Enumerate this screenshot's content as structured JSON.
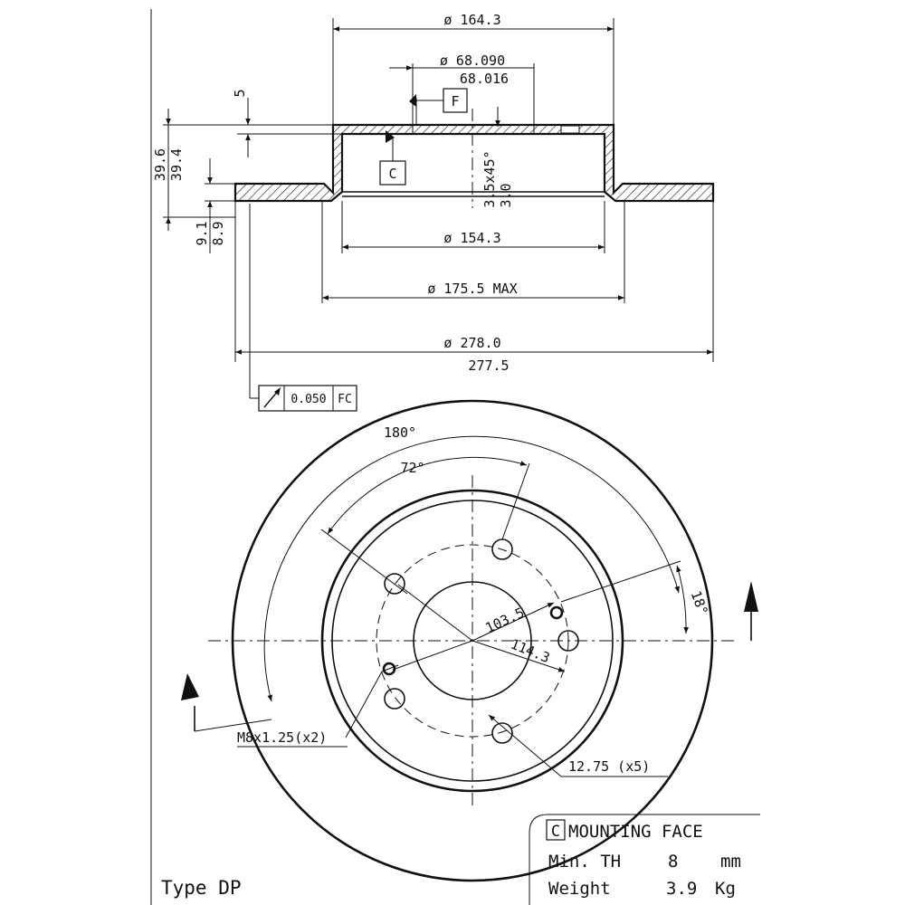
{
  "section_view": {
    "dim_outer_diameter_top": "ø 164.3",
    "dim_centering_max": "ø 68.090",
    "dim_centering_min": "68.016",
    "datum_f": "F",
    "datum_c": "C",
    "dim_hat_thickness": "5",
    "dim_total_height_max": "39.6",
    "dim_total_height_min": "39.4",
    "dim_chamfer": "3.5x45°",
    "dim_chamfer_depth": "3.0",
    "dim_rotor_thickness_max": "9.1",
    "dim_rotor_thickness_min": "8.9",
    "dim_inner_diameter": "ø 154.3",
    "dim_hat_max_diameter": "ø 175.5 MAX",
    "dim_outer_diameter_max": "ø 278.0",
    "dim_outer_diameter_min": "277.5",
    "runout_tolerance": "0.050",
    "runout_datums": "FC"
  },
  "plan_view": {
    "angle_half": "180°",
    "angle_bolt": "72°",
    "angle_thread": "18°",
    "bolt_circle": "103.5",
    "pcd": "114.3",
    "thread_holes": "M8x1.25(x2)",
    "bolt_holes": "12.75 (x5)"
  },
  "info_box": {
    "datum_letter": "C",
    "mounting_face": "MOUNTING FACE",
    "min_th_label": "Min. TH",
    "min_th_value": "8",
    "min_th_unit": "mm",
    "weight_label": "Weight",
    "weight_value": "3.9",
    "weight_unit": "Kg"
  },
  "type_label": "Type DP"
}
